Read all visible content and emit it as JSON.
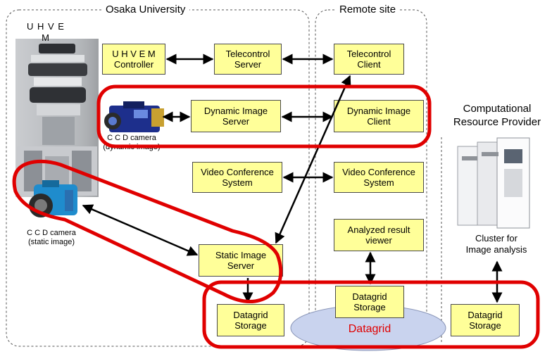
{
  "regions": {
    "osaka": "Osaka University",
    "remote": "Remote site"
  },
  "uhvem_label": "U H V E M",
  "provider_label": "Computational\nResource Provider",
  "boxes": {
    "uhvem_controller": "U H V E M\nController",
    "telecontrol_server": "Telecontrol\nServer",
    "telecontrol_client": "Telecontrol\nClient",
    "dynamic_image_server": "Dynamic Image\nServer",
    "dynamic_image_client": "Dynamic Image\nClient",
    "video_conf_osaka": "Video Conference\nSystem",
    "video_conf_remote": "Video Conference\nSystem",
    "analyzed_result_viewer": "Analyzed result\nviewer",
    "static_image_server": "Static Image\nServer",
    "datagrid_storage_osaka": "Datagrid\nStorage",
    "datagrid_storage_remote": "Datagrid\nStorage",
    "datagrid_storage_provider": "Datagrid\nStorage"
  },
  "captions": {
    "ccd_dynamic": "C C D  camera\n(dynamic image)",
    "ccd_static": "C C D  camera\n(static image)",
    "cluster": "Cluster for\nImage analysis"
  },
  "datagrid_label": "Datagrid",
  "colors": {
    "box_fill": "#ffff99",
    "highlight": "#e00000",
    "datagrid_fill": "#c9d3ee"
  }
}
